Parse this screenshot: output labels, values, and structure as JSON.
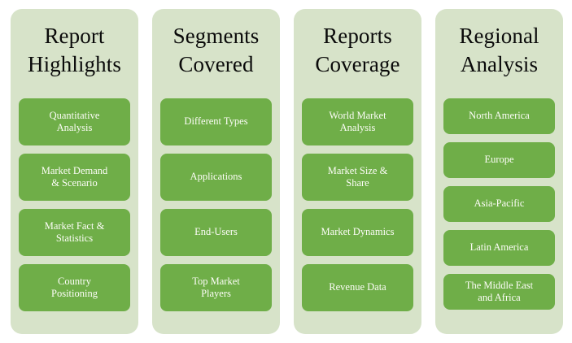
{
  "theme": {
    "page_background": "#ffffff",
    "card_background": "#d7e3c9",
    "item_background": "#6fae48",
    "item_text_color": "#fdfdf8",
    "title_text_color": "#0a0a0a"
  },
  "columns": [
    {
      "id": "report-highlights",
      "title": "Report\nHighlights",
      "items": [
        {
          "label": "Quantitative\nAnalysis"
        },
        {
          "label": "Market Demand\n& Scenario"
        },
        {
          "label": "Market Fact &\nStatistics"
        },
        {
          "label": "Country\nPositioning"
        }
      ]
    },
    {
      "id": "segments-covered",
      "title": "Segments\nCovered",
      "items": [
        {
          "label": "Different Types"
        },
        {
          "label": "Applications"
        },
        {
          "label": "End-Users"
        },
        {
          "label": "Top Market\nPlayers"
        }
      ]
    },
    {
      "id": "reports-coverage",
      "title": "Reports\nCoverage",
      "items": [
        {
          "label": "World Market\nAnalysis"
        },
        {
          "label": "Market Size &\nShare"
        },
        {
          "label": "Market Dynamics"
        },
        {
          "label": "Revenue Data"
        }
      ]
    },
    {
      "id": "regional-analysis",
      "title": "Regional\nAnalysis",
      "items": [
        {
          "label": "North America"
        },
        {
          "label": "Europe"
        },
        {
          "label": "Asia-Pacific"
        },
        {
          "label": "Latin America"
        },
        {
          "label": "The Middle East\nand Africa"
        }
      ]
    }
  ]
}
